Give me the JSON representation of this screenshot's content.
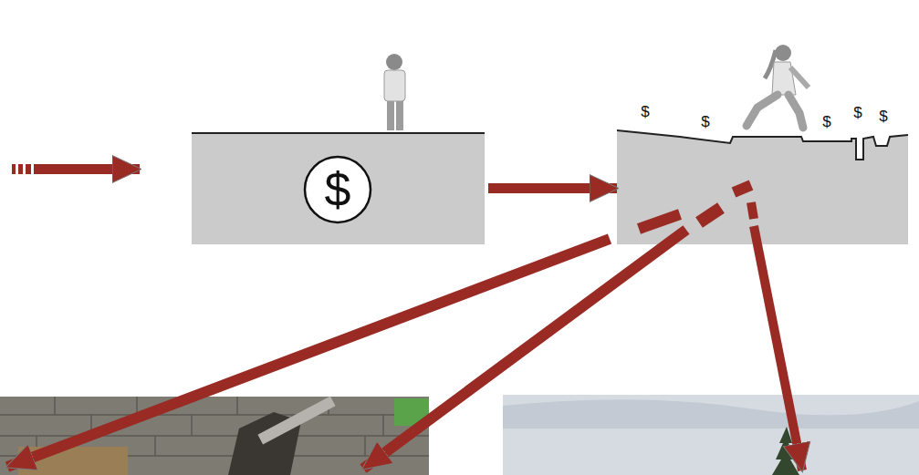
{
  "diagram": {
    "nodes": [
      {
        "text": [
          "$"
        ]
      },
      {
        "text": [
          "$",
          "$",
          "$",
          "$",
          "$"
        ]
      }
    ],
    "edges": [
      {
        "from": 0,
        "to": 1,
        "arrow": "to"
      }
    ]
  }
}
